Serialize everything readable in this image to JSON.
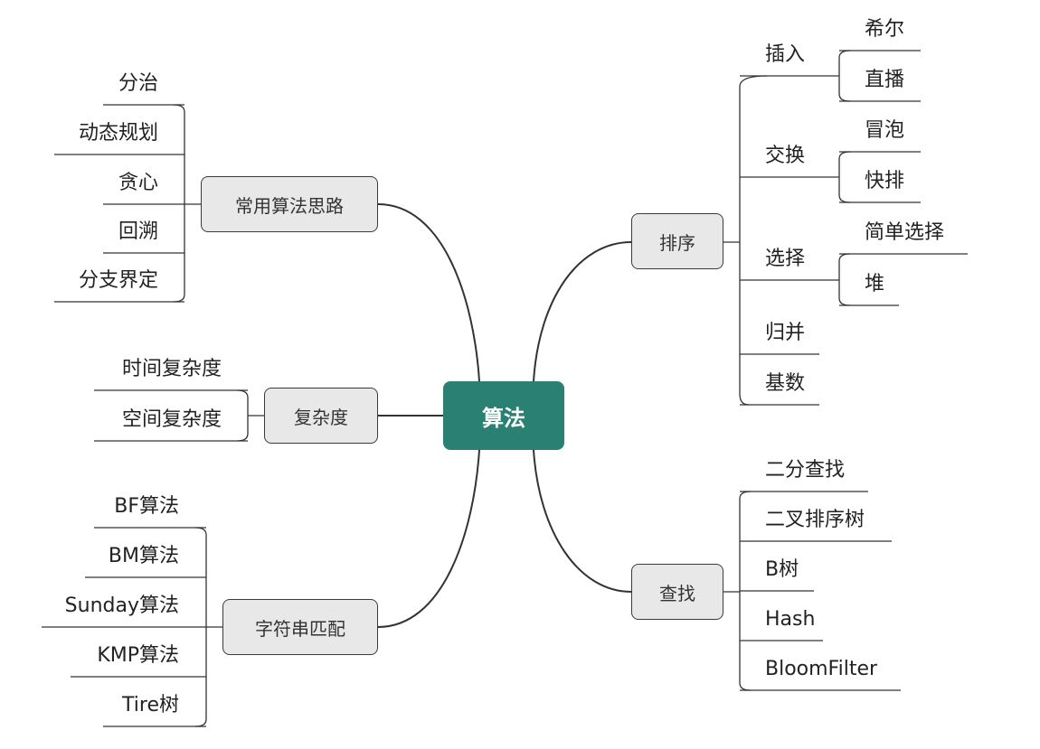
{
  "root": {
    "label": "算法"
  },
  "branches": {
    "sorting": {
      "label": "排序",
      "insert": {
        "label": "插入",
        "children": [
          "希尔",
          "直播"
        ]
      },
      "exchange": {
        "label": "交换",
        "children": [
          "冒泡",
          "快排"
        ]
      },
      "select": {
        "label": "选择",
        "children": [
          "简单选择",
          "堆"
        ]
      },
      "merge": {
        "label": "归并"
      },
      "radix": {
        "label": "基数"
      }
    },
    "search": {
      "label": "查找",
      "children": [
        "二分查找",
        "二叉排序树",
        "B树",
        "Hash",
        "BloomFilter"
      ]
    },
    "ideas": {
      "label": "常用算法思路",
      "children": [
        "分治",
        "动态规划",
        "贪心",
        "回溯",
        "分支界定"
      ]
    },
    "complexity": {
      "label": "复杂度",
      "children": [
        "时间复杂度",
        "空间复杂度"
      ]
    },
    "string_match": {
      "label": "字符串匹配",
      "children": [
        "BF算法",
        "BM算法",
        "Sunday算法",
        "KMP算法",
        "Tire树"
      ]
    }
  },
  "colors": {
    "root_fill": "#2a8072",
    "topic_fill": "#e8e8e8",
    "line": "#333333"
  }
}
